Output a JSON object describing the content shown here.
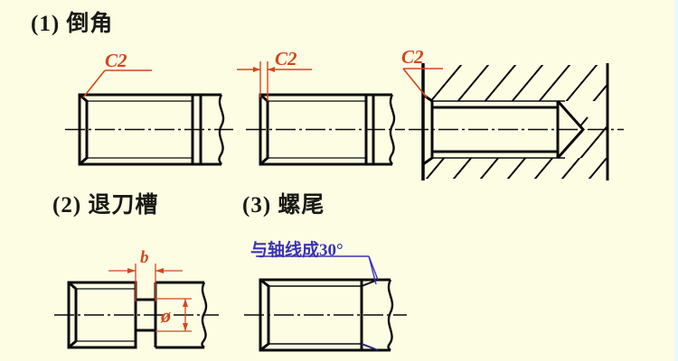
{
  "page": {
    "background_color": "#fdfde4",
    "title_language": "zh-CN",
    "subject": "Thread end-feature representations in Chinese mechanical drawing"
  },
  "sections": [
    {
      "number_label": "(1)",
      "title": "倒角",
      "meaning": "Chamfer",
      "figures": [
        {
          "name": "external-thread-chamfer-plain",
          "annotation": "C2",
          "annotation_color": "#d2471a",
          "description": "External threaded shaft end with C2 chamfer, leader line to chamfer corner, wavy break line at right"
        },
        {
          "name": "external-thread-chamfer-dimensioned",
          "annotation": "C2",
          "annotation_color": "#d2471a",
          "description": "External threaded shaft end with C2 chamfer shown with extension lines and dimension arrows"
        },
        {
          "name": "internal-thread-chamfer-section",
          "annotation": "C2",
          "annotation_color": "#d2471a",
          "description": "Sectioned blind tapped hole with hatching, conical drill point, C2 chamfer at mouth"
        }
      ]
    },
    {
      "number_label": "(2)",
      "title": "退刀槽",
      "meaning": "Tool relief / undercut groove",
      "figures": [
        {
          "name": "undercut-groove-shaft",
          "width_symbol": "b",
          "diameter_symbol": "ø",
          "annotation_color": "#d2471a",
          "description": "Threaded shaft with undercut groove, groove width dimension b and groove diameter ø"
        }
      ]
    },
    {
      "number_label": "(3)",
      "title": "螺尾",
      "meaning": "Thread runout / thread tail",
      "figures": [
        {
          "name": "thread-runout-shaft",
          "annotation": "与轴线成30°",
          "annotation_color": "#3b33b5",
          "description": "Threaded shaft showing thread runout lines drawn at 30 degrees to the axis"
        }
      ]
    }
  ],
  "labels": {
    "heading_1": "(1)  倒角",
    "heading_2": "(2)  退刀槽",
    "heading_3": "(3)  螺尾",
    "chamfer_1": "C2",
    "chamfer_2": "C2",
    "chamfer_3": "C2",
    "groove_width": "b",
    "groove_diameter": "ø",
    "runout_note": "与轴线成30°"
  },
  "colors": {
    "background": "#fdfde4",
    "line": "#0a0a0a",
    "dimension": "#d2471a",
    "note": "#3b33b5",
    "edge_strip": "#e6fbfb"
  }
}
